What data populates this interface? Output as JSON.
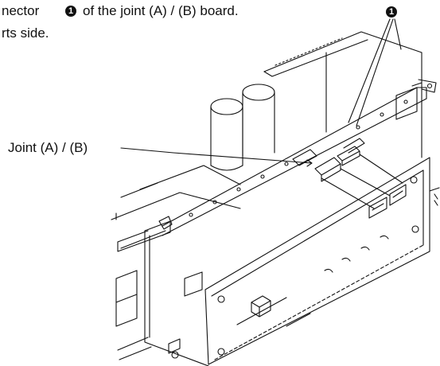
{
  "instruction": {
    "line1_start": "nector",
    "callout_inline": "1",
    "line1_end": "of the joint (A) / (B) board.",
    "line2": "rts side."
  },
  "labels": {
    "joint": "Joint (A) / (B)",
    "callout_top": "1"
  },
  "colors": {
    "ink": "#111111",
    "paper": "#ffffff"
  }
}
